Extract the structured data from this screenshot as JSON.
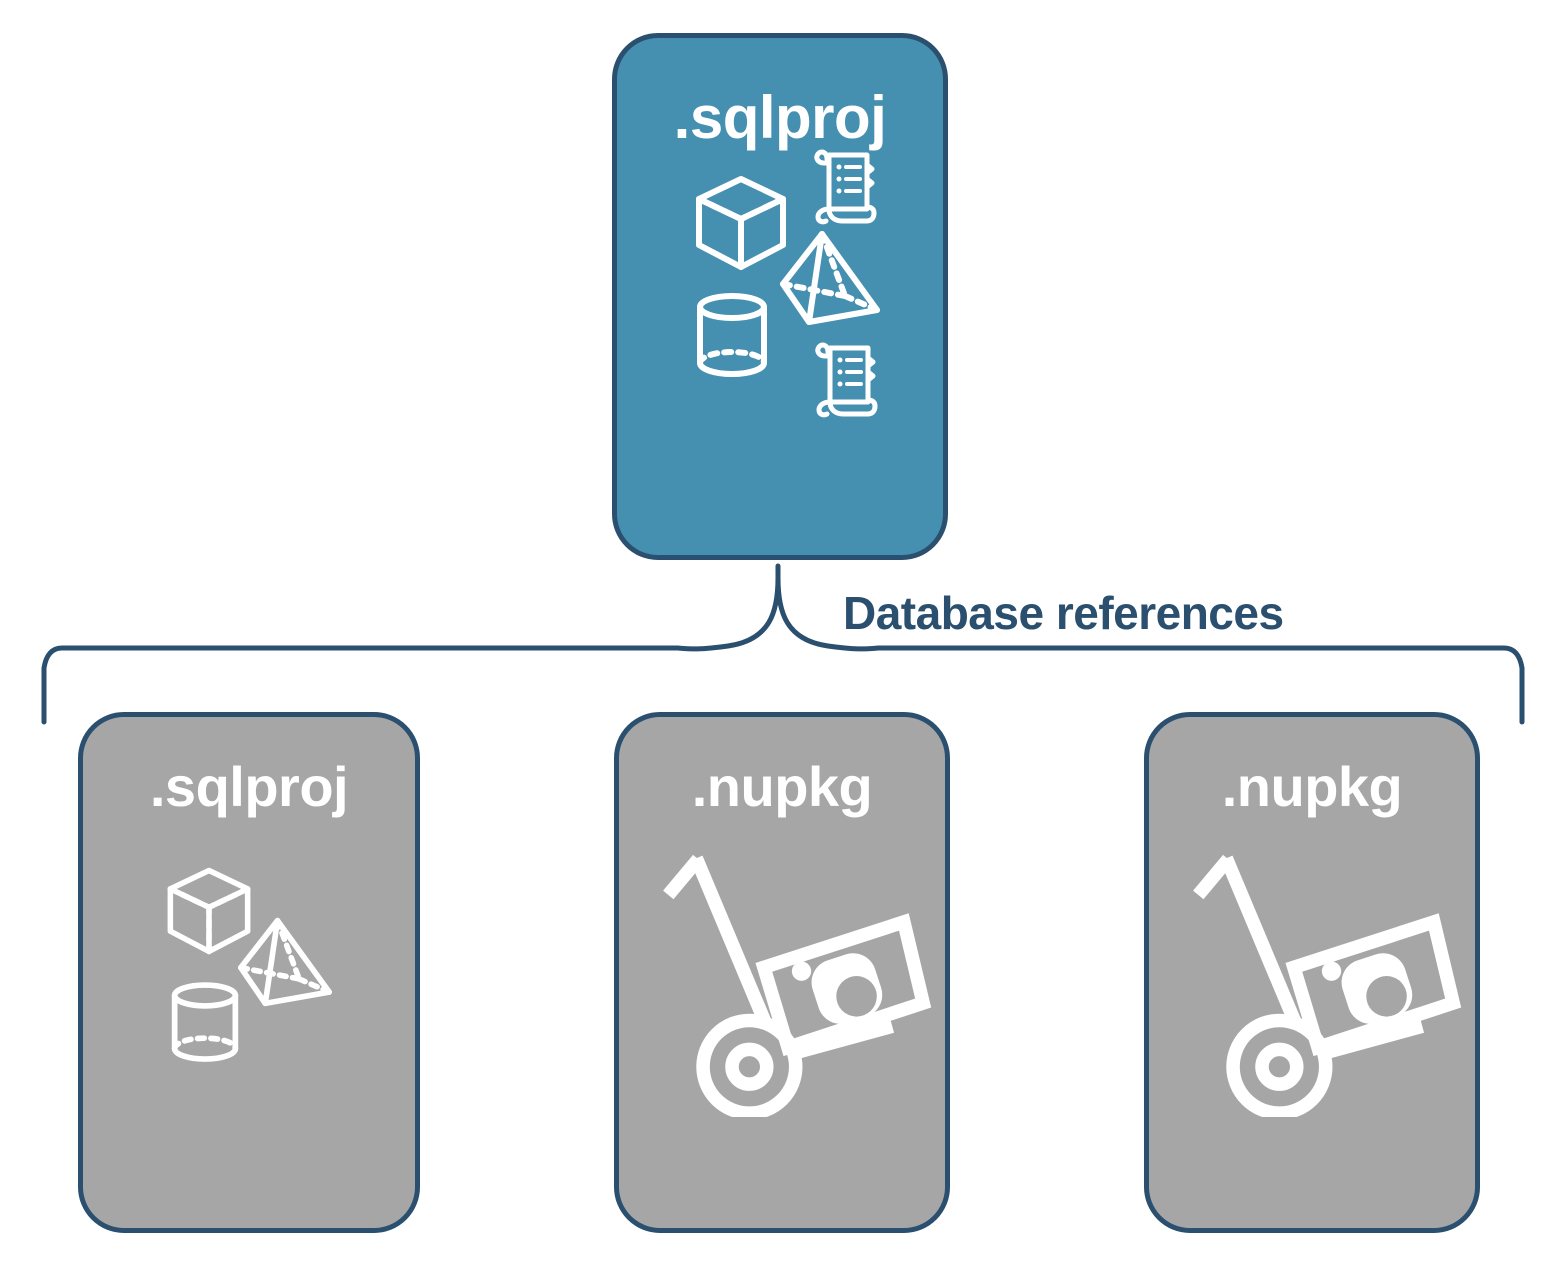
{
  "diagram": {
    "title": "Database references",
    "colors": {
      "primary_fill": "#4590b0",
      "secondary_fill": "#a6a6a6",
      "stroke": "#2b4f6e",
      "icon": "#ffffff",
      "background": "#ffffff"
    }
  },
  "root": {
    "label": ".sqlproj",
    "icons": [
      "cube-icon",
      "scroll-icon",
      "pyramid-icon",
      "cylinder-icon",
      "scroll-icon"
    ]
  },
  "connector": {
    "label": "Database references",
    "type": "curly-brace-down"
  },
  "references": [
    {
      "label": ".sqlproj",
      "kind": "sqlproj",
      "icons": [
        "cube-icon",
        "pyramid-icon",
        "cylinder-icon"
      ]
    },
    {
      "label": ".nupkg",
      "kind": "nupkg",
      "icons": [
        "package-dolly-icon"
      ]
    },
    {
      "label": ".nupkg",
      "kind": "nupkg",
      "icons": [
        "package-dolly-icon"
      ]
    }
  ]
}
